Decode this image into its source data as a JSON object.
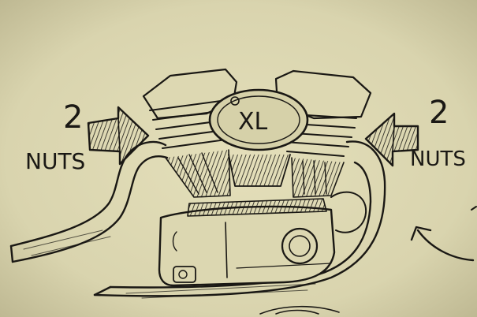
{
  "labels": {
    "left_count": "2",
    "left_word": "NUTS",
    "right_count": "2",
    "right_word": "NUTS",
    "engine_badge": "XL"
  },
  "colors": {
    "paper": "#d8d3ad",
    "paper_light": "#e2ddb8",
    "ink": "#1a1814"
  },
  "icons": {
    "left_arrow": "hatched-arrow-right",
    "right_arrow": "hatched-arrow-left",
    "pointer_arrow": "curved-arrow"
  }
}
